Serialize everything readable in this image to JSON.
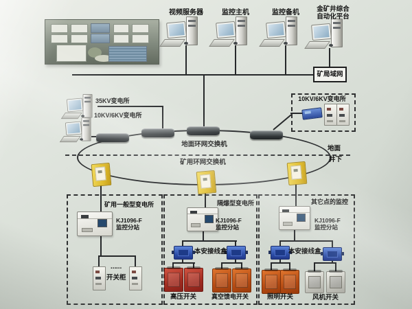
{
  "palette": {
    "background": "#dce2da",
    "line": "#26282a",
    "switch_dark": "#33383a",
    "device_yellow": "#e3c22e",
    "junction_blue": "#2c4da6",
    "switch_red": "#a22c20",
    "switch_orange": "#b44a12",
    "cabinet_gray": "#d8d8d0"
  },
  "diagram": {
    "top_computers": [
      {
        "label": "视频服务器"
      },
      {
        "label": "监控主机"
      },
      {
        "label": "监控备机"
      },
      {
        "label": "金矿井综合\n自动化平台"
      }
    ],
    "lan_box_label": "矿局域网",
    "left_substations": [
      {
        "label": "35KV变电所"
      },
      {
        "label": "10KV/6KV变电所"
      }
    ],
    "surface_substation_box": {
      "title": "10KV/6KV变电所"
    },
    "ring": {
      "surface_switch_label": "地面环网交换机",
      "mine_switch_label": "矿用环网交换机"
    },
    "divider": {
      "above": "地面",
      "below": "井下"
    },
    "stations": [
      {
        "title": "矿用一般型变电所",
        "device_label": "KJ1096-F\n监控分站",
        "dots": "⋯⋯",
        "groups": [
          {
            "label": "开关柜"
          }
        ]
      },
      {
        "title": "隔爆型变电所",
        "device_label": "KJ1096-F\n监控分站",
        "junction_label": "本安接线盒",
        "groups": [
          {
            "label": "高压开关"
          },
          {
            "label": "真空馈电开关"
          }
        ]
      },
      {
        "title": "其它点的监控",
        "device_label": "KJ1096-F\n监控分站",
        "junction_label": "本安接线盒",
        "groups": [
          {
            "label": "照明开关"
          },
          {
            "label": "风机开关"
          }
        ]
      }
    ]
  }
}
